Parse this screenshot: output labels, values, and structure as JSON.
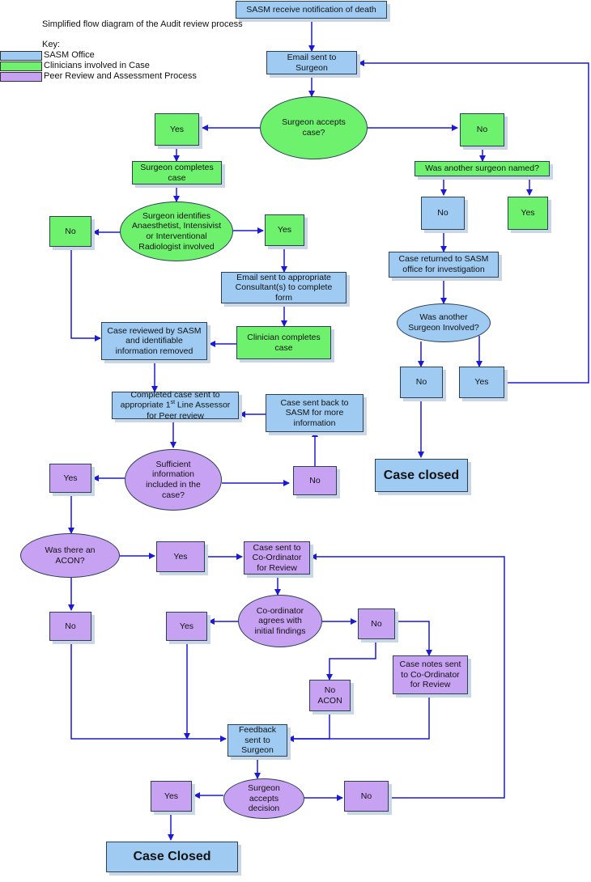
{
  "title": "Simplified flow diagram of the Audit review process",
  "key": {
    "label": "Key:",
    "items": [
      {
        "text": "SASM Office",
        "color": "#9fcbf2"
      },
      {
        "text": "Clinicians involved in Case",
        "color": "#6ef26e"
      },
      {
        "text": "Peer Review and Assessment  Process",
        "color": "#c8a2f2"
      }
    ]
  },
  "nodes": {
    "n1": "SASM receive notification of death",
    "n2": "Email sent to\nSurgeon",
    "n3": "Surgeon accepts\ncase?",
    "n4": "Yes",
    "n5": "No",
    "n6": "Surgeon completes\ncase",
    "n7": "Was another surgeon named?",
    "n8": "Surgeon identifies\nAnaesthetist, Intensivist\nor Interventional\nRadiologist involved",
    "n9": "No",
    "n10": "Yes",
    "n11": "No",
    "n12": "Yes",
    "n13": "Case returned to SASM\noffice for investigation",
    "n14": "Email sent to appropriate\nConsultant(s) to complete\nform",
    "n15": "Was another\nSurgeon Involved?",
    "n16": "Case reviewed by SASM\nand identifiable\ninformation removed",
    "n17": "Clinician completes\ncase",
    "n18": "No",
    "n19": "Yes",
    "n20": "Case sent back to\nSASM for more\ninformation",
    "n21_a": "Completed case sent to\nappropriate 1",
    "n21_sup": "st",
    "n21_b": " Line Assessor\nfor Peer review",
    "n22": "Case closed",
    "n23": "Sufficient\ninformation\nincluded in the\ncase?",
    "n24": "Yes",
    "n25": "No",
    "n26": "Was there an\nACON?",
    "n27": "Yes",
    "n28": "Case sent to\nCo-Ordinator\nfor Review",
    "n29": "Co-ordinator\nagrees with\ninitial findings",
    "n30": "No",
    "n31": "Yes",
    "n32": "No",
    "n33": "Case notes sent\nto Co-Ordinator\nfor Review",
    "n34": "No\nACON",
    "n35": "Feedback\nsent to\nSurgeon",
    "n36": "Surgeon\naccepts\ndecision",
    "n37": "Yes",
    "n38": "No",
    "n39": "Case Closed"
  }
}
